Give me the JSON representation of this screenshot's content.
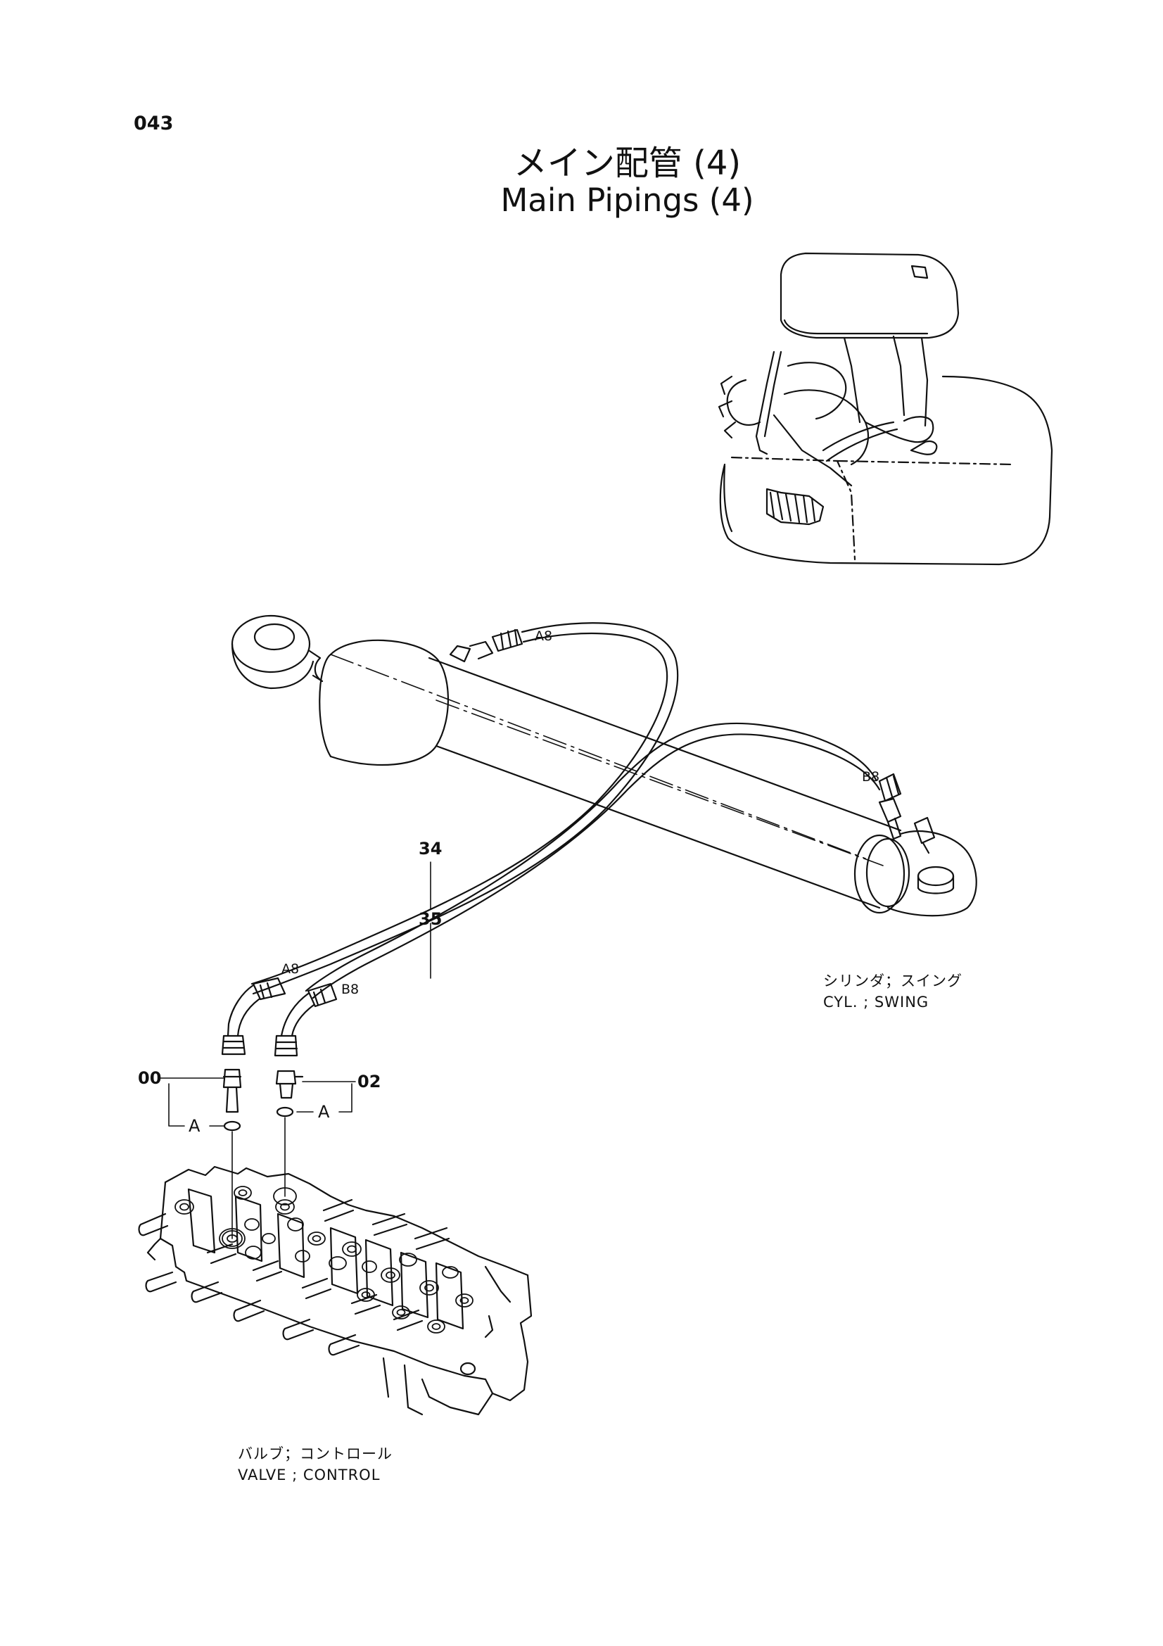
{
  "page": {
    "number": "043"
  },
  "title": {
    "ja": "メイン配管 (4)",
    "en": "Main Pipings (4)"
  },
  "callouts": {
    "part_34": "34",
    "part_35": "35",
    "part_00": "00",
    "part_02": "02",
    "group_a_left": "A",
    "group_a_right": "A"
  },
  "ports": {
    "a8_top": "A8",
    "b8_top": "B8",
    "a8_bottom": "A8",
    "b8_bottom": "B8"
  },
  "components": {
    "cylinder": {
      "ja": "シリンダ；スイング",
      "en": "CYL. ; SWING"
    },
    "valve": {
      "ja": "バルブ；コントロール",
      "en": "VALVE ; CONTROL"
    }
  },
  "colors": {
    "ink": "#111111",
    "paper": "#ffffff"
  }
}
